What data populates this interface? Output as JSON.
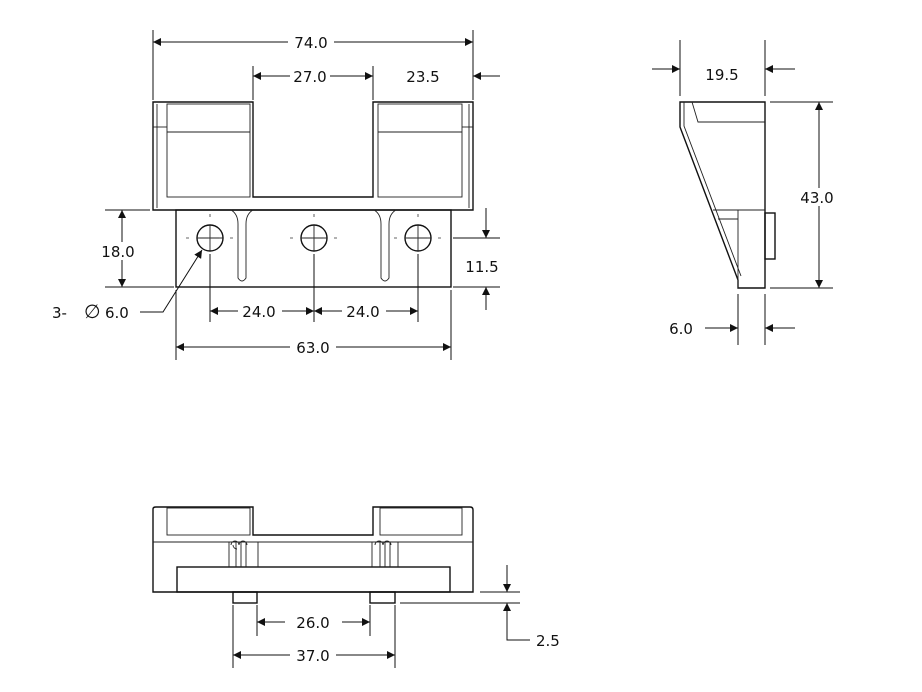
{
  "front_view": {
    "dims": {
      "overall_width": "74.0",
      "center_gap": "27.0",
      "pocket_width": "23.5",
      "plate_height": "18.0",
      "hole_height": "11.5",
      "hole_callout_prefix": "3-",
      "hole_callout_symbol": "∅",
      "hole_callout_value": "6.0",
      "hole_spacing_left": "24.0",
      "hole_spacing_right": "24.0",
      "plate_width": "63.0"
    }
  },
  "side_view": {
    "dims": {
      "depth": "19.5",
      "height": "43.0",
      "plate_thickness": "6.0"
    }
  },
  "bottom_view": {
    "dims": {
      "pin_inner_spacing": "26.0",
      "pin_outer_spacing": "37.0",
      "pin_protrusion": "2.5"
    }
  }
}
